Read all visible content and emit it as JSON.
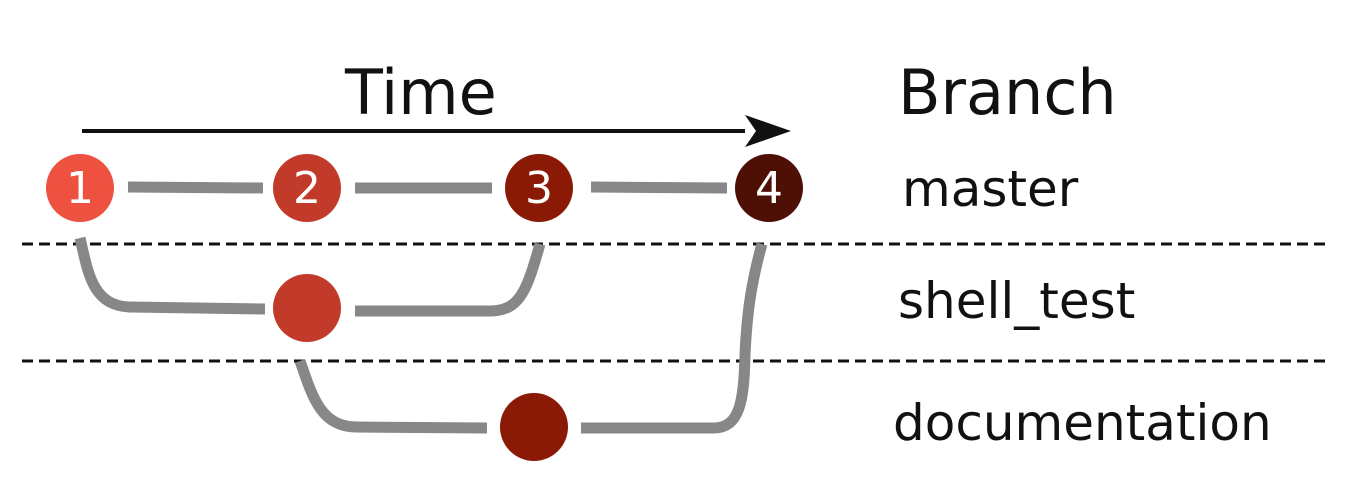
{
  "time_label": "Time",
  "branch_header": "Branch",
  "branches": [
    {
      "name": "master"
    },
    {
      "name": "shell_test"
    },
    {
      "name": "documentation"
    }
  ],
  "commits": [
    {
      "label": "1",
      "branch": "master",
      "color": "#ef5140"
    },
    {
      "label": "2",
      "branch": "master",
      "color": "#c23b2a"
    },
    {
      "label": "3",
      "branch": "master",
      "color": "#8a1a06"
    },
    {
      "label": "4",
      "branch": "master",
      "color": "#4e0f05"
    },
    {
      "label": "",
      "branch": "shell_test",
      "color": "#c23b2a"
    },
    {
      "label": "",
      "branch": "documentation",
      "color": "#8a1a06"
    }
  ],
  "colors": {
    "connector": "#878787",
    "text": "#111111",
    "divider": "#111111"
  }
}
